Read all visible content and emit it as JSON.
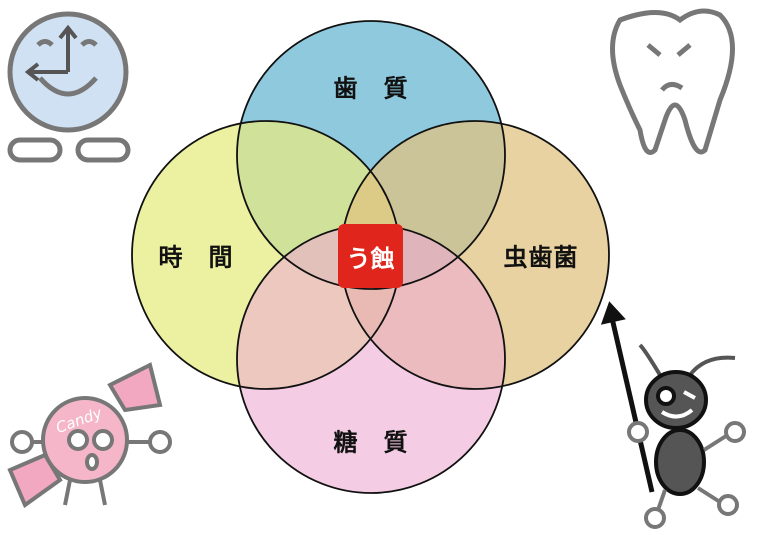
{
  "diagram": {
    "sets": [
      {
        "label": "歯　質",
        "color": "#7cc0d9"
      },
      {
        "label": "時　間",
        "color": "#e1e86c"
      },
      {
        "label": "虫歯菌",
        "color": "#dcb86c"
      },
      {
        "label": "糖　質",
        "color": "#e99dca"
      }
    ],
    "center_label": "う蝕",
    "center_color": "#e0261c",
    "illustrations": [
      "clock-character-icon",
      "sad-tooth-icon",
      "candy-character-icon",
      "bacteria-character-icon"
    ]
  }
}
